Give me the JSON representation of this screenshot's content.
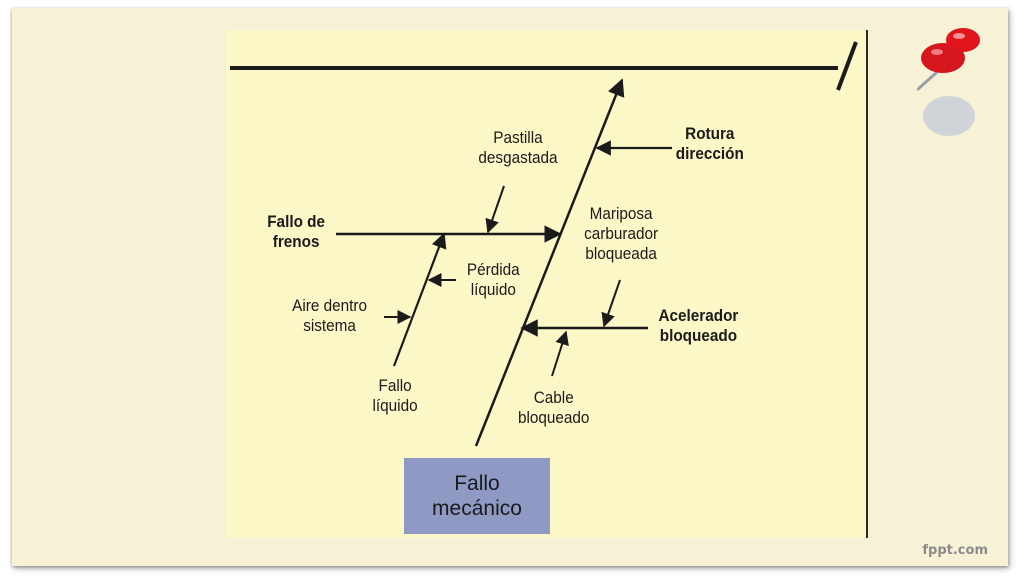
{
  "diagram": {
    "effect": "Fallo\nmecánico",
    "categories": {
      "brakes": "Fallo de\nfrenos",
      "steering": "Rotura\ndirección",
      "accelerator": "Acelerador\nbloqueado"
    },
    "causes": {
      "worn_pad": "Pastilla\ndesgastada",
      "fluid_loss": "Pérdida\nlíquido",
      "air_in_system": "Aire dentro\nsistema",
      "fluid_failure": "Fallo\nlíquido",
      "carburetor": "Mariposa\ncarburador\nbloqueada",
      "cable": "Cable\nbloqueado"
    }
  },
  "footer": {
    "brand": "fppt.com"
  },
  "colors": {
    "slide_bg": "#f7f2d6",
    "figure_bg": "#fbf7c7",
    "effect_box": "#8f9ac4",
    "pin": "#e0141b"
  },
  "icons": {
    "pushpin": "pushpin-icon"
  }
}
